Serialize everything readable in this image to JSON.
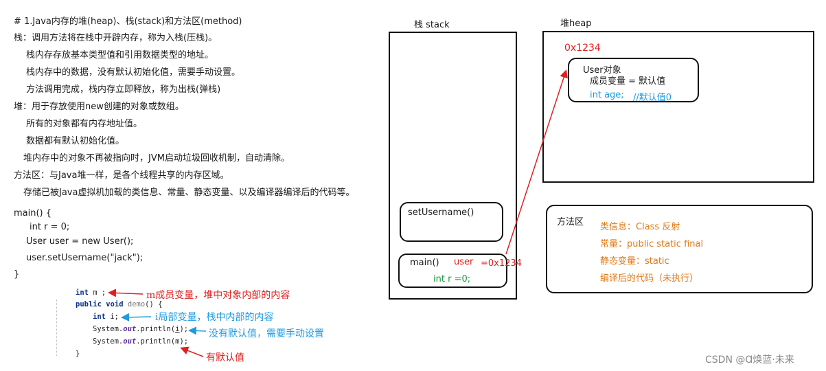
{
  "notes": {
    "heading": "# 1.Java内存的堆(heap)、栈(stack)和方法区(method)",
    "lines": [
      "栈：调用方法将在栈中开辟内存，称为入栈(压栈)。",
      "栈内存存放基本类型值和引用数据类型的地址。",
      "栈内存中的数据，没有默认初始化值，需要手动设置。",
      "方法调用完成，栈内存立即释放，称为出栈(弹栈)",
      "堆：用于存放使用new创建的对象或数组。",
      "所有的对象都有内存地址值。",
      "数据都有默认初始化值。",
      "堆内存中的对象不再被指向时，JVM启动垃圾回收机制，自动清除。",
      "方法区：与Java堆一样，是各个线程共享的内存区域。",
      "存储已被Java虚拟机加载的类信息、常量、静态变量、以及编译器编译后的代码等。"
    ]
  },
  "main_code": [
    "main() {",
    "int r = 0;",
    "User user = new User();",
    "user.setUsername(\"jack\");",
    "}"
  ],
  "code_snippet": {
    "line1": {
      "kw": "int",
      "rest": " m ;"
    },
    "line2": {
      "kw1": "public",
      "kw2": "void",
      "name": " demo",
      "rest": "() {"
    },
    "line3": {
      "kw": "int",
      "rest": " i;"
    },
    "line4": {
      "pre": "System.",
      "out": "out",
      "mid": ".println(",
      "arg": "i",
      "end": ");"
    },
    "line5": {
      "pre": "System.",
      "out": "out",
      "mid": ".println(",
      "arg": "m",
      "end": ");"
    },
    "line6": "}"
  },
  "annotations": {
    "member": "m成员变量，堆中对象内部的内容",
    "local": "i局部变量，栈中内部的内容",
    "no_default": "没有默认值，需要手动设置",
    "has_default": "有默认值"
  },
  "stack": {
    "title": "栈 stack",
    "frame_set": "setUsername()",
    "frame_main": "main()",
    "user_label": "user",
    "user_value": "=0x1234",
    "int_r": "int r =0;"
  },
  "heap": {
    "title": "堆heap",
    "address": "0x1234",
    "object_title": "User对象",
    "member_default": "成员变量 = 默认值",
    "int_age": "int age;",
    "comment": "//默认值0"
  },
  "method_area": {
    "title": "方法区",
    "items": [
      "类信息：Class 反射",
      "常量：public static final",
      "静态变量：static",
      "编译后的代码（未执行）"
    ]
  },
  "watermark": "CSDN @Ɑ焕蓝·未来",
  "colors": {
    "red": "#e02020",
    "blue": "#1e9be0",
    "green": "#1a9a3a",
    "orange": "#e07a16"
  }
}
